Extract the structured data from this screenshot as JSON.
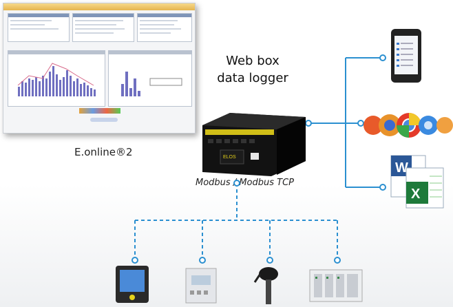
{
  "labels": {
    "device_title_line1": "Web box",
    "device_title_line2": "data logger",
    "software_name": "E.online®2",
    "protocol": "Modbus / Modbus TCP"
  },
  "colors": {
    "connector_line": "#2a8fd0",
    "device_body": "#111111",
    "accent_yellow": "#e6d21a"
  },
  "icons": [
    "smartphone-icon",
    "web-browsers-icon",
    "office-documents-icon",
    "energy-meter-icon",
    "din-rail-meter-icon",
    "sensor-probe-icon",
    "plc-controller-icon"
  ]
}
